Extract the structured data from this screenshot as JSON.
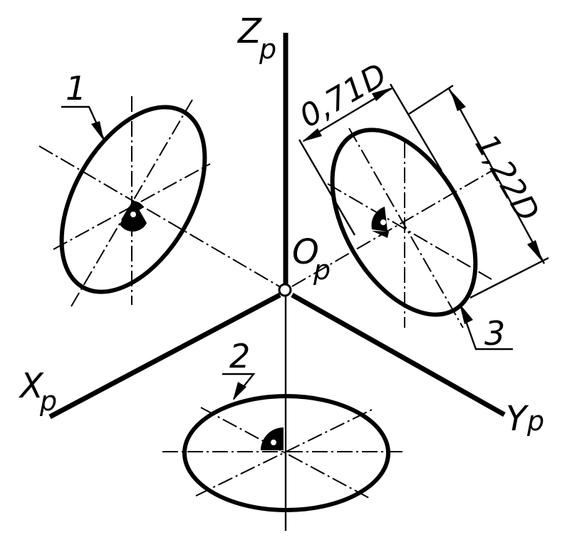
{
  "labels": {
    "axis_z": "Z",
    "axis_z_sub": "p",
    "axis_x": "X",
    "axis_x_sub": "p",
    "axis_y": "Y",
    "axis_y_sub": "p",
    "origin": "O",
    "origin_sub": "p",
    "callout_1": "1",
    "callout_2": "2",
    "callout_3": "3",
    "dim_minor": "0,71D",
    "dim_major": "1,22D"
  }
}
